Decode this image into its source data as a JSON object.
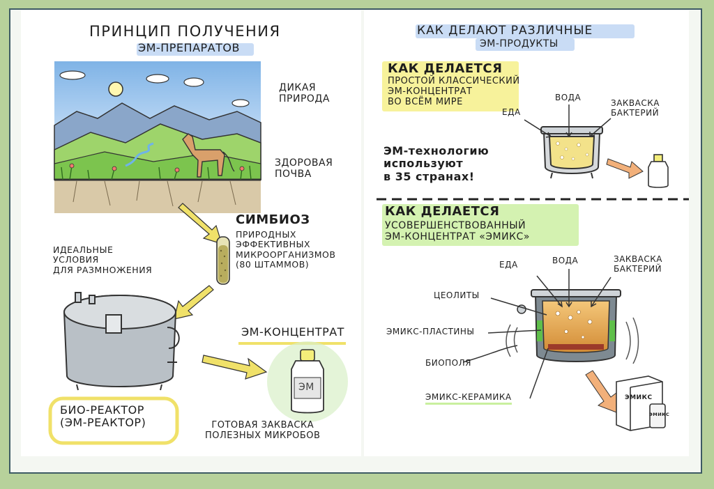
{
  "left": {
    "title_line1": "Принцип получения",
    "title_line2": "ЭМ-препаратов",
    "wild_nature": "Дикая\nприрода",
    "healthy_soil": "Здоровая\nпочва",
    "symbiosis_title": "Симбиоз",
    "symbiosis_text": "природных\nэффективных\nмикроорганизмов\n(80 штаммов)",
    "ideal_conditions": "Идеальные\nусловия\nдля размножения",
    "bioreactor": "Био-реактор\n(ЭМ-реактор)",
    "em_concentrate": "ЭМ-концентрат",
    "bottle_label": "ЭМ",
    "ready_starter": "Готовая закваска\nполезных микробов"
  },
  "right": {
    "title_line1": "Как делают различные",
    "title_line2": "ЭМ-продукты",
    "classic_heading": "Как делается",
    "classic_text": "простой классический\nЭМ-концентрат\nво всём мире",
    "label_food": "Еда",
    "label_water": "Вода",
    "label_starter": "Закваска\nбактерий",
    "countries_text": "ЭМ-технологию\nиспользуют\nв 35 странах!",
    "improved_heading": "Как делается",
    "improved_text": "усовершенствованный\nЭМ-концентрат «ЭМИКС»",
    "label_food2": "Еда",
    "label_water2": "Вода",
    "label_starter2": "Закваска\nбактерий",
    "label_zeolites": "Цеолиты",
    "label_plates": "Эмикс-пластины",
    "label_biofields": "Биополя",
    "label_ceramics": "Эмикс-керамика",
    "box_label": "ЭМИКС",
    "small_bottle_label": "ЭМИКС"
  },
  "colors": {
    "background": "#b7d19b",
    "frame": "#3d5a64",
    "highlight_yellow": "#f4ee7a",
    "highlight_blue": "#c9dcf5",
    "highlight_green": "#c9ef9e",
    "arrow_yellow": "#f0e169",
    "arrow_orange": "#f2b07a"
  }
}
